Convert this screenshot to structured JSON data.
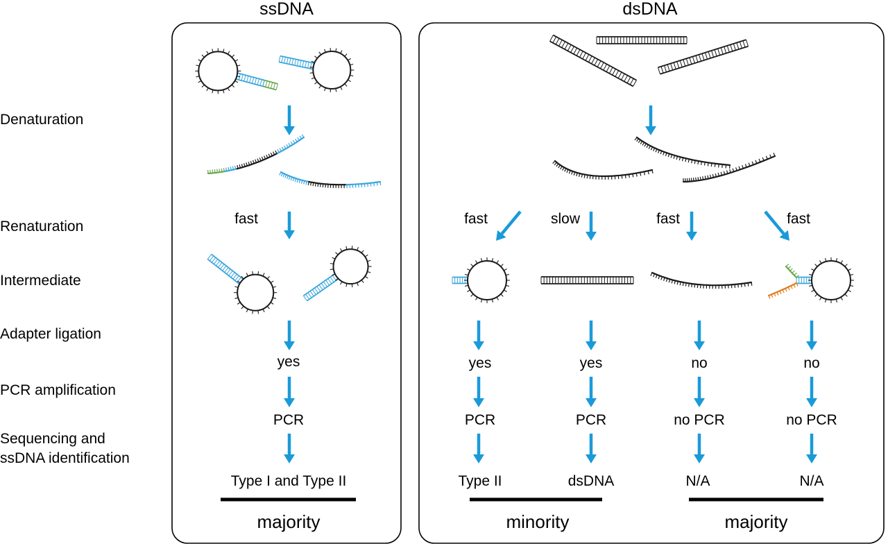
{
  "headers": {
    "ssdna": "ssDNA",
    "dsdna": "dsDNA"
  },
  "steps": {
    "denaturation": "Denaturation",
    "renaturation": "Renaturation",
    "intermediate": "Intermediate",
    "adapter_ligation": "Adapter ligation",
    "pcr_amplification": "PCR amplification",
    "sequencing_line1": "Sequencing and",
    "sequencing_line2": "ssDNA identification"
  },
  "ssdna_column": {
    "speed": "fast",
    "ligation": "yes",
    "pcr": "PCR",
    "result": "Type I and Type II",
    "group": "majority"
  },
  "dsdna_columns": [
    {
      "speed": "fast",
      "ligation": "yes",
      "pcr": "PCR",
      "result": "Type II"
    },
    {
      "speed": "slow",
      "ligation": "yes",
      "pcr": "PCR",
      "result": "dsDNA"
    },
    {
      "speed": "fast",
      "ligation": "no",
      "pcr": "no PCR",
      "result": "N/A"
    },
    {
      "speed": "fast",
      "ligation": "no",
      "pcr": "no PCR",
      "result": "N/A"
    }
  ],
  "dsdna_groups": {
    "left": "minority",
    "right": "majority"
  },
  "colors": {
    "arrow": "#1a9ad9",
    "strand": "#1a1a1a",
    "blue_segment": "#3aa6dd",
    "green_segment": "#6aa84f",
    "orange_segment": "#e07b1a",
    "panel_border": "#000000"
  }
}
